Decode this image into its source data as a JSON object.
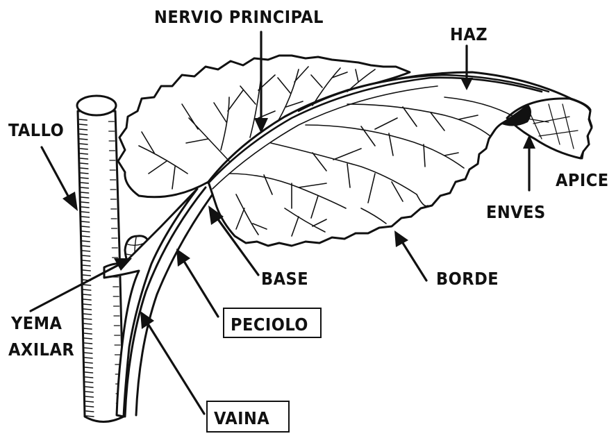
{
  "labels": {
    "nervio_principal": "NERVIO PRINCIPAL",
    "haz": "HAZ",
    "tallo": "TALLO",
    "apice": "APICE",
    "enves": "ENVES",
    "base": "BASE",
    "borde": "BORDE",
    "yema": "YEMA",
    "axilar": "AXILAR",
    "peciolo": "PECIOLO",
    "vaina": "VAINA"
  },
  "colors": {
    "ink": "#111111",
    "paper": "#ffffff"
  }
}
